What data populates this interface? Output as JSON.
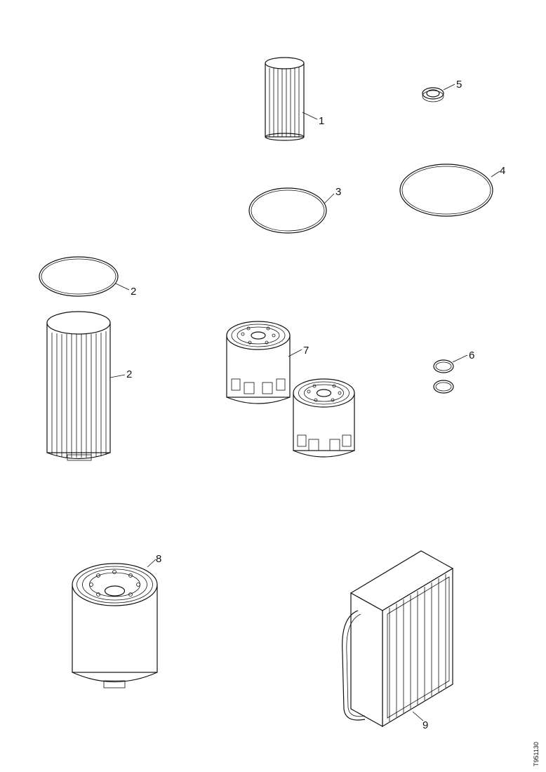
{
  "callouts": {
    "c1": "1",
    "c2_oring": "2",
    "c2_filter": "2",
    "c3": "3",
    "c4": "4",
    "c5": "5",
    "c6": "6",
    "c7": "7",
    "c8": "8",
    "c9": "9"
  },
  "figure_code": "T951130"
}
